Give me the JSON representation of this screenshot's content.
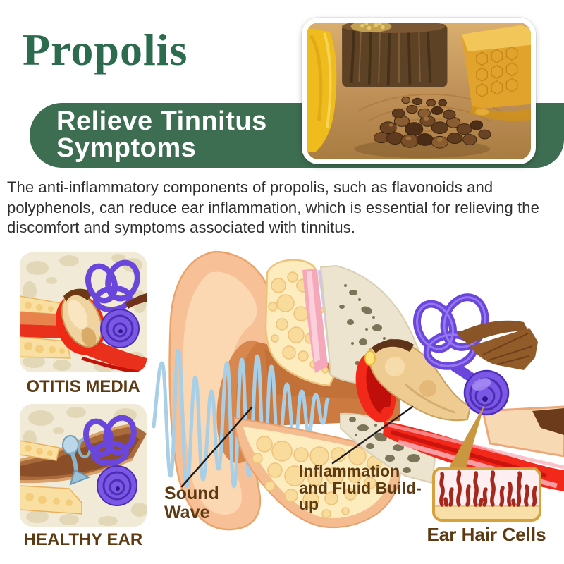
{
  "title": "Propolis",
  "banner": {
    "lines": [
      "Relieve Tinnitus",
      "Symptoms"
    ]
  },
  "description": "The anti-inflammatory components of propolis, such as flavonoids and polyphenols, can reduce ear inflammation, which is essential for relieving the discomfort and symptoms associated with tinnitus.",
  "comparison_cards": [
    {
      "id": "otitis",
      "label": "OTITIS MEDIA"
    },
    {
      "id": "healthy",
      "label": "HEALTHY EAR"
    }
  ],
  "diagram": {
    "labels": {
      "sound_wave": "Sound Wave",
      "inflammation": "Inflammation and Fluid Build-up",
      "ear_hair_cells": "Ear Hair Cells"
    }
  },
  "colors": {
    "title_green": "#2d6b4f",
    "banner_green": "#3e6e52",
    "banner_text": "#ffffff",
    "body_text": "#2e2e2e",
    "label_brown": "#5d3a12",
    "hair_cell_red": "#a5281c",
    "box_border_gold": "#d6a23e",
    "box_fill_pink": "#fdeef1",
    "box_strip_cream": "#f8dfa8",
    "sound_wave_blue": "#a9cfe7",
    "cochlea_purple": "#7b57e6",
    "inflammation_red": "#f2281a",
    "pointer_gold": "#c9973f"
  }
}
